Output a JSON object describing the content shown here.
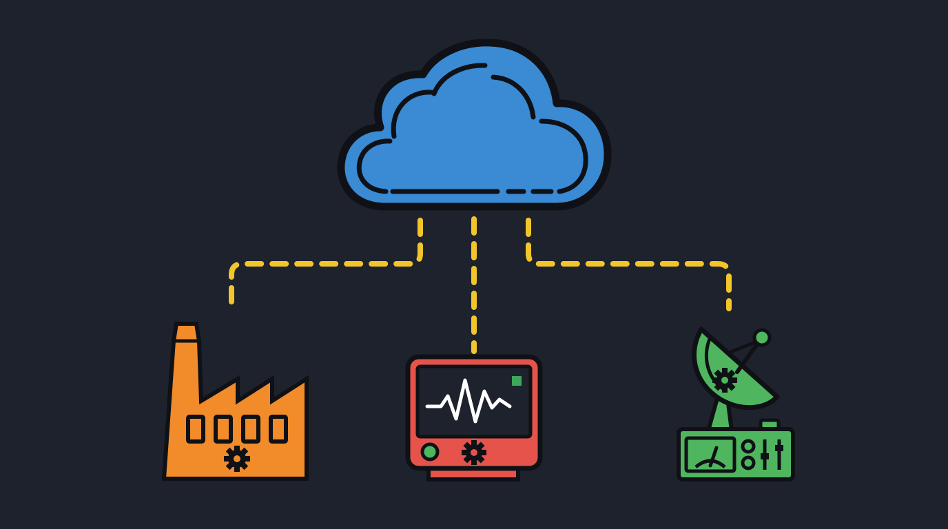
{
  "colors": {
    "background": "#1e222c",
    "outline": "#0f1116",
    "cloud": "#3a8ad4",
    "connector": "#f2c52b",
    "factory": "#f28b2a",
    "monitor": "#e5534b",
    "monitor_screen": "#1e222c",
    "waveform": "#ffffff",
    "status_light": "#3ea85a",
    "knob": "#4fb65f",
    "satellite": "#4fb65f"
  },
  "nodes": [
    {
      "id": "cloud",
      "icon": "cloud-icon"
    },
    {
      "id": "factory",
      "icon": "factory-icon"
    },
    {
      "id": "monitor",
      "icon": "heart-rate-monitor-icon"
    },
    {
      "id": "satellite",
      "icon": "satellite-dish-icon"
    }
  ],
  "edges": [
    {
      "from": "cloud",
      "to": "factory",
      "style": "dashed"
    },
    {
      "from": "cloud",
      "to": "monitor",
      "style": "dashed"
    },
    {
      "from": "cloud",
      "to": "satellite",
      "style": "dashed"
    }
  ]
}
